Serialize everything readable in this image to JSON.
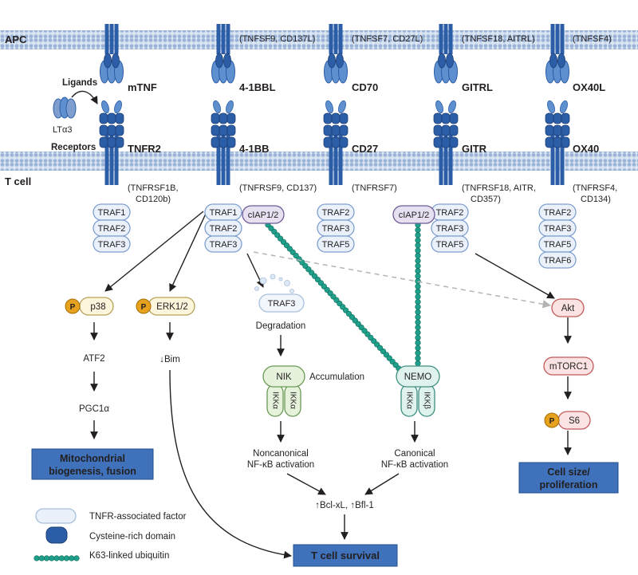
{
  "membranes": {
    "apc": "APC",
    "tcell": "T cell"
  },
  "side_labels": {
    "ligands": "Ligands",
    "receptors": "Receptors",
    "lta3": "LTα3"
  },
  "ligands": [
    {
      "name": "mTNF",
      "alias": ""
    },
    {
      "name": "4-1BBL",
      "alias": "(TNFSF9, CD137L)"
    },
    {
      "name": "CD70",
      "alias": "(TNFSF7, CD27L)"
    },
    {
      "name": "GITRL",
      "alias": "(TNFSF18, AITRL)"
    },
    {
      "name": "OX40L",
      "alias": "(TNFSF4)"
    }
  ],
  "receptors": [
    {
      "name": "TNFR2",
      "alias1": "(TNFRSF1B,",
      "alias2": "CD120b)",
      "alias3": "",
      "highlight": false
    },
    {
      "name": "4-1BB",
      "alias1": "(TNFRSF9, CD137)",
      "alias2": "",
      "alias3": "",
      "highlight": true
    },
    {
      "name": "CD27",
      "alias1": "(TNFRSF7)",
      "alias2": "",
      "alias3": "",
      "highlight": false
    },
    {
      "name": "GITR",
      "alias1": "(TNFRSF18, AITR,",
      "alias2": "CD357)",
      "alias3": "",
      "highlight": true
    },
    {
      "name": "OX40",
      "alias1": "(TNFRSF4,",
      "alias2": "CD134)",
      "alias3": "",
      "highlight": false
    }
  ],
  "traf_stacks": {
    "tnfr2": [
      "TRAF1",
      "TRAF2",
      "TRAF3"
    ],
    "b41bb": [
      "TRAF1",
      "TRAF2",
      "TRAF3"
    ],
    "cd27": [
      "TRAF2",
      "TRAF3",
      "TRAF5"
    ],
    "gitr": [
      "TRAF2",
      "TRAF3",
      "TRAF5"
    ],
    "ox40": [
      "TRAF2",
      "TRAF3",
      "TRAF5",
      "TRAF6"
    ]
  },
  "ciap": "cIAP1/2",
  "pathway": {
    "p": "P",
    "p38": "p38",
    "erk": "ERK1/2",
    "atf2": "ATF2",
    "pgc": "PGC1α",
    "bim": "↓Bim",
    "traf3": "TRAF3",
    "degradation": "Degradation",
    "nik": "NIK",
    "accumulation": "Accumulation",
    "ikka": "IKKα",
    "ikkb": "IKKβ",
    "nemo": "NEMO",
    "noncanon1": "Noncanonical",
    "noncanon2": "NF-κB activation",
    "canon1": "Canonical",
    "canon2": "NF-κB activation",
    "bcl": "↑Bcl-xL, ↑Bfl-1",
    "akt": "Akt",
    "mtorc1": "mTORC1",
    "s6": "S6"
  },
  "outcomes": {
    "mito1": "Mitochondrial",
    "mito2": "biogenesis, fusion",
    "survival": "T cell survival",
    "cell1": "Cell size/",
    "cell2": "proliferation"
  },
  "legend": [
    {
      "key": "traf",
      "text": "TNFR-associated factor"
    },
    {
      "key": "crd",
      "text": "Cysteine-rich domain"
    },
    {
      "key": "ub",
      "text": "K63-linked ubiquitin"
    }
  ],
  "colors": {
    "membrane": "#a9bfdc",
    "crd_dark": "#2c5ea8",
    "crd_light": "#5e8fcf",
    "traf_fill": "#eaf1fb",
    "traf_stroke": "#7f9fcf",
    "ciap_fill": "#e6e0f0",
    "ciap_stroke": "#6e5a96",
    "ubiquitin": "#20a08a",
    "phospho": "#e6a21e",
    "yellow_fill": "#fdf6dc",
    "yellow_stroke": "#b8a25a",
    "green_fill": "#e6f2dc",
    "green_stroke": "#6a9a55",
    "nemo_fill": "#dff2ee",
    "nemo_stroke": "#3d8f80",
    "pink_fill": "#fbe3e3",
    "pink_stroke": "#c25a5a",
    "outcome": "#3f72bb",
    "highlight_text": "#3f72bb"
  }
}
